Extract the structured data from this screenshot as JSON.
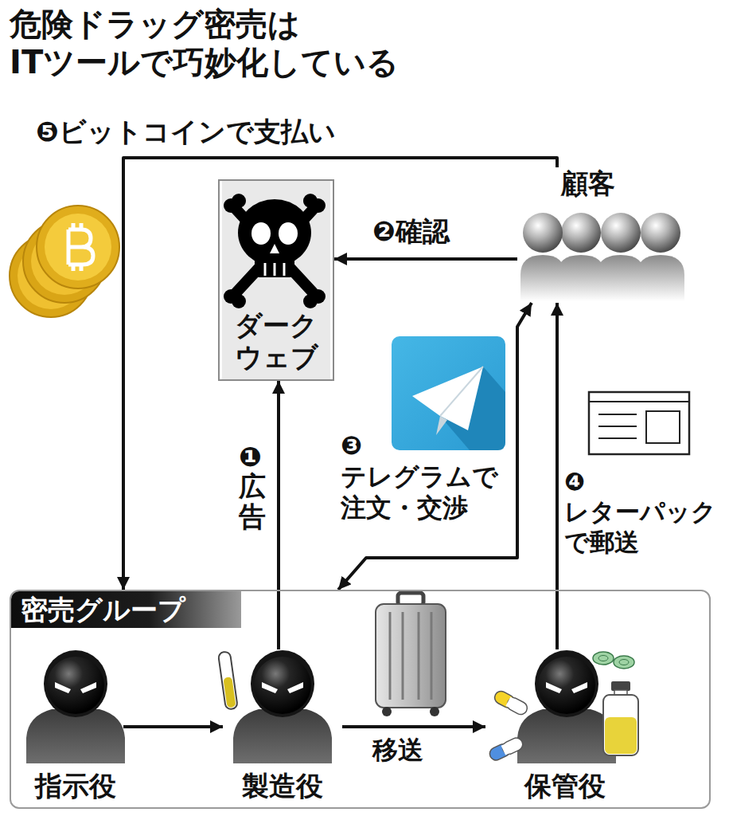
{
  "diagram": {
    "title": "危険ドラッグ密売は ITツールで巧妙化している",
    "nodes": [
      {
        "text": [
          "ダーク ウェブ"
        ]
      },
      {
        "text": [
          "顧客"
        ]
      },
      {
        "text": [
          "密売グループ"
        ]
      },
      {
        "text": [
          "指示役"
        ],
        "in": 2
      },
      {
        "text": [
          "製造役"
        ],
        "in": 2
      },
      {
        "text": [
          "保管役"
        ],
        "in": 2
      }
    ],
    "edges": [
      {
        "from": 4,
        "to": 0,
        "label": "❶広告",
        "arrow": "to"
      },
      {
        "from": 1,
        "to": 0,
        "label": "❷確認",
        "arrow": "to"
      },
      {
        "from": 1,
        "to": 2,
        "label": "❸ テレグラムで 注文・交渉",
        "arrow": "both"
      },
      {
        "from": 5,
        "to": 1,
        "label": "❹ レターパック で郵送",
        "arrow": "to"
      },
      {
        "from": 1,
        "to": 2,
        "label": "❺ビットコインで支払い",
        "arrow": "to"
      },
      {
        "from": 3,
        "to": 4,
        "arrow": "to"
      },
      {
        "from": 4,
        "to": 5,
        "label": "移送",
        "arrow": "to"
      }
    ]
  }
}
